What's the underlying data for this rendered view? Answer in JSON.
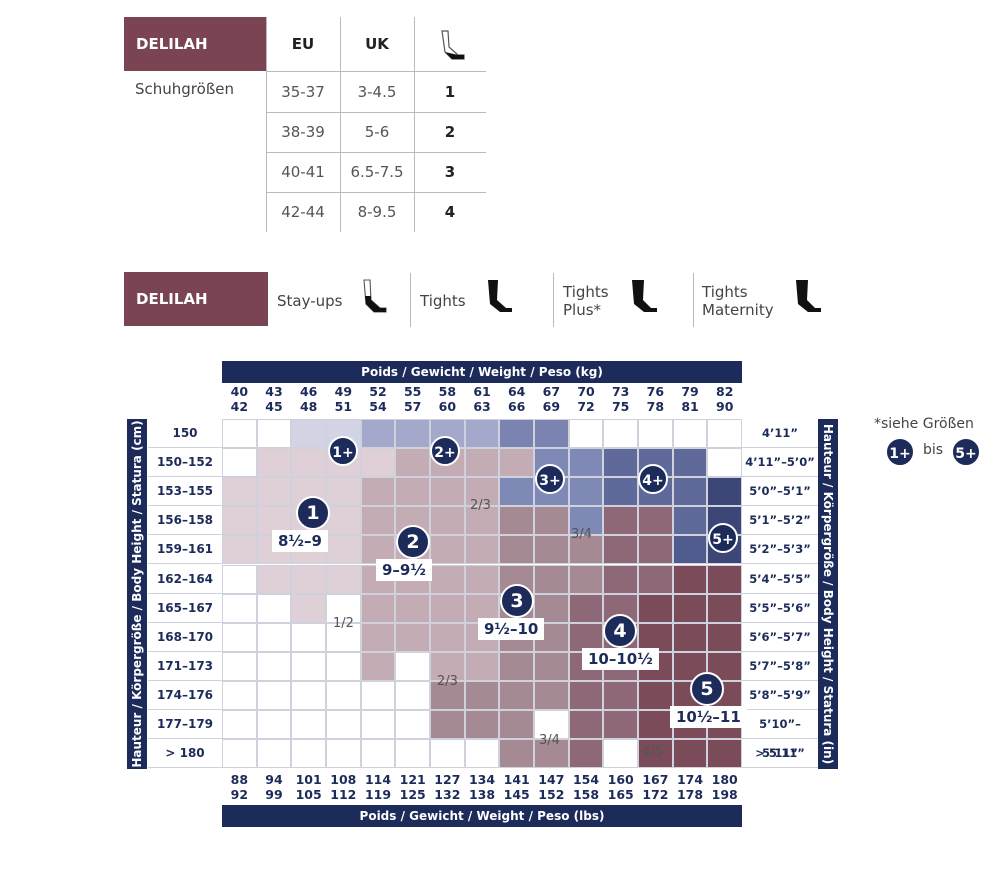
{
  "brand": "DELILAH",
  "shoe_table": {
    "header_eu": "EU",
    "header_uk": "UK",
    "row_label": "Schuhgrößen",
    "rows": [
      {
        "eu": "35-37",
        "uk": "3-4.5",
        "size": "1"
      },
      {
        "eu": "38-39",
        "uk": "5-6",
        "size": "2"
      },
      {
        "eu": "40-41",
        "uk": "6.5-7.5",
        "size": "3"
      },
      {
        "eu": "42-44",
        "uk": "8-9.5",
        "size": "4"
      }
    ]
  },
  "products": [
    {
      "label1": "Stay-ups",
      "label2": ""
    },
    {
      "label1": "Tights",
      "label2": ""
    },
    {
      "label1": "Tights",
      "label2": "Plus*"
    },
    {
      "label1": "Tights",
      "label2": "Maternity"
    }
  ],
  "note": {
    "text": "*siehe Größen",
    "from": "1+",
    "mid": "bis",
    "to": "5+"
  },
  "chart_data": {
    "type": "heatmap",
    "title_top": "Poids / Gewicht / Weight / Peso (kg)",
    "title_bottom": "Poids / Gewicht / Weight / Peso (lbs)",
    "title_left": "Hauteur / Körpergröße / Body Height / Statura (cm)",
    "title_right": "Hauteur / Körpergröße / Body Height / Statura (in)",
    "kg_top": [
      "40",
      "43",
      "46",
      "49",
      "52",
      "55",
      "58",
      "61",
      "64",
      "67",
      "70",
      "73",
      "76",
      "79",
      "82"
    ],
    "kg_bottom": [
      "42",
      "45",
      "48",
      "51",
      "54",
      "57",
      "60",
      "63",
      "66",
      "69",
      "72",
      "75",
      "78",
      "81",
      "90"
    ],
    "lbs_top": [
      "88",
      "94",
      "101",
      "108",
      "114",
      "121",
      "127",
      "134",
      "141",
      "147",
      "154",
      "160",
      "167",
      "174",
      "180"
    ],
    "lbs_bottom": [
      "92",
      "99",
      "105",
      "112",
      "119",
      "125",
      "132",
      "138",
      "145",
      "152",
      "158",
      "165",
      "172",
      "178",
      "198"
    ],
    "height_cm": [
      "150",
      "150–152",
      "153–155",
      "156–158",
      "159–161",
      "162–164",
      "165–167",
      "168–170",
      "171–173",
      "174–176",
      "177–179",
      "> 180"
    ],
    "height_in": [
      "4’11”",
      "4’11”–5’0”",
      "5’0”–5’1”",
      "5’1”–5’2”",
      "5’2”–5’3”",
      "5’4”–5’5”",
      "5’5”–5’6”",
      "5’6”–5’7”",
      "5’7”–5’8”",
      "5’8”–5’9”",
      "5’10”–5’11”",
      "> 5’11”"
    ],
    "grid": [
      "..11222233.....",
      ".AAAABBBBCCDDD.",
      "AAAABBBBCCCDDDF",
      "AAAABBBBPPCQQDF",
      "AAAABBBBPPPQQEF",
      ".AAABBBBPPPQQRR",
      "..A.BBBBPPQQRRR",
      "....BBBBPPQQRRR",
      "....B.BBPPQQRRR",
      "......PPPPQQRRR",
      "......PPP.QQRRR",
      "........PPQ.RRR"
    ],
    "zone_colors": {
      "1": "#d2d4e5",
      "2": "#a4a9cb",
      "3": "#7b84b0",
      "A": "#dfd0d7",
      "B": "#c4acb5",
      "C": "#7f89b6",
      "D": "#5f6a9b",
      "E": "#4f5a8d",
      "F": "#3d4777",
      "P": "#a58993",
      "Q": "#8e6877",
      "R": "#7b4b5a"
    },
    "zones": [
      {
        "badge": "1",
        "range": "8½–9"
      },
      {
        "badge": "2",
        "range": "9–9½"
      },
      {
        "badge": "3",
        "range": "9½–10"
      },
      {
        "badge": "4",
        "range": "10–10½"
      },
      {
        "badge": "5",
        "range": "10½–11"
      }
    ],
    "plus_badges": [
      "1+",
      "2+",
      "3+",
      "4+",
      "5+"
    ],
    "fractions": [
      "2/3",
      "3/4",
      "1/2",
      "2/3",
      "3/4",
      "4/5"
    ]
  }
}
